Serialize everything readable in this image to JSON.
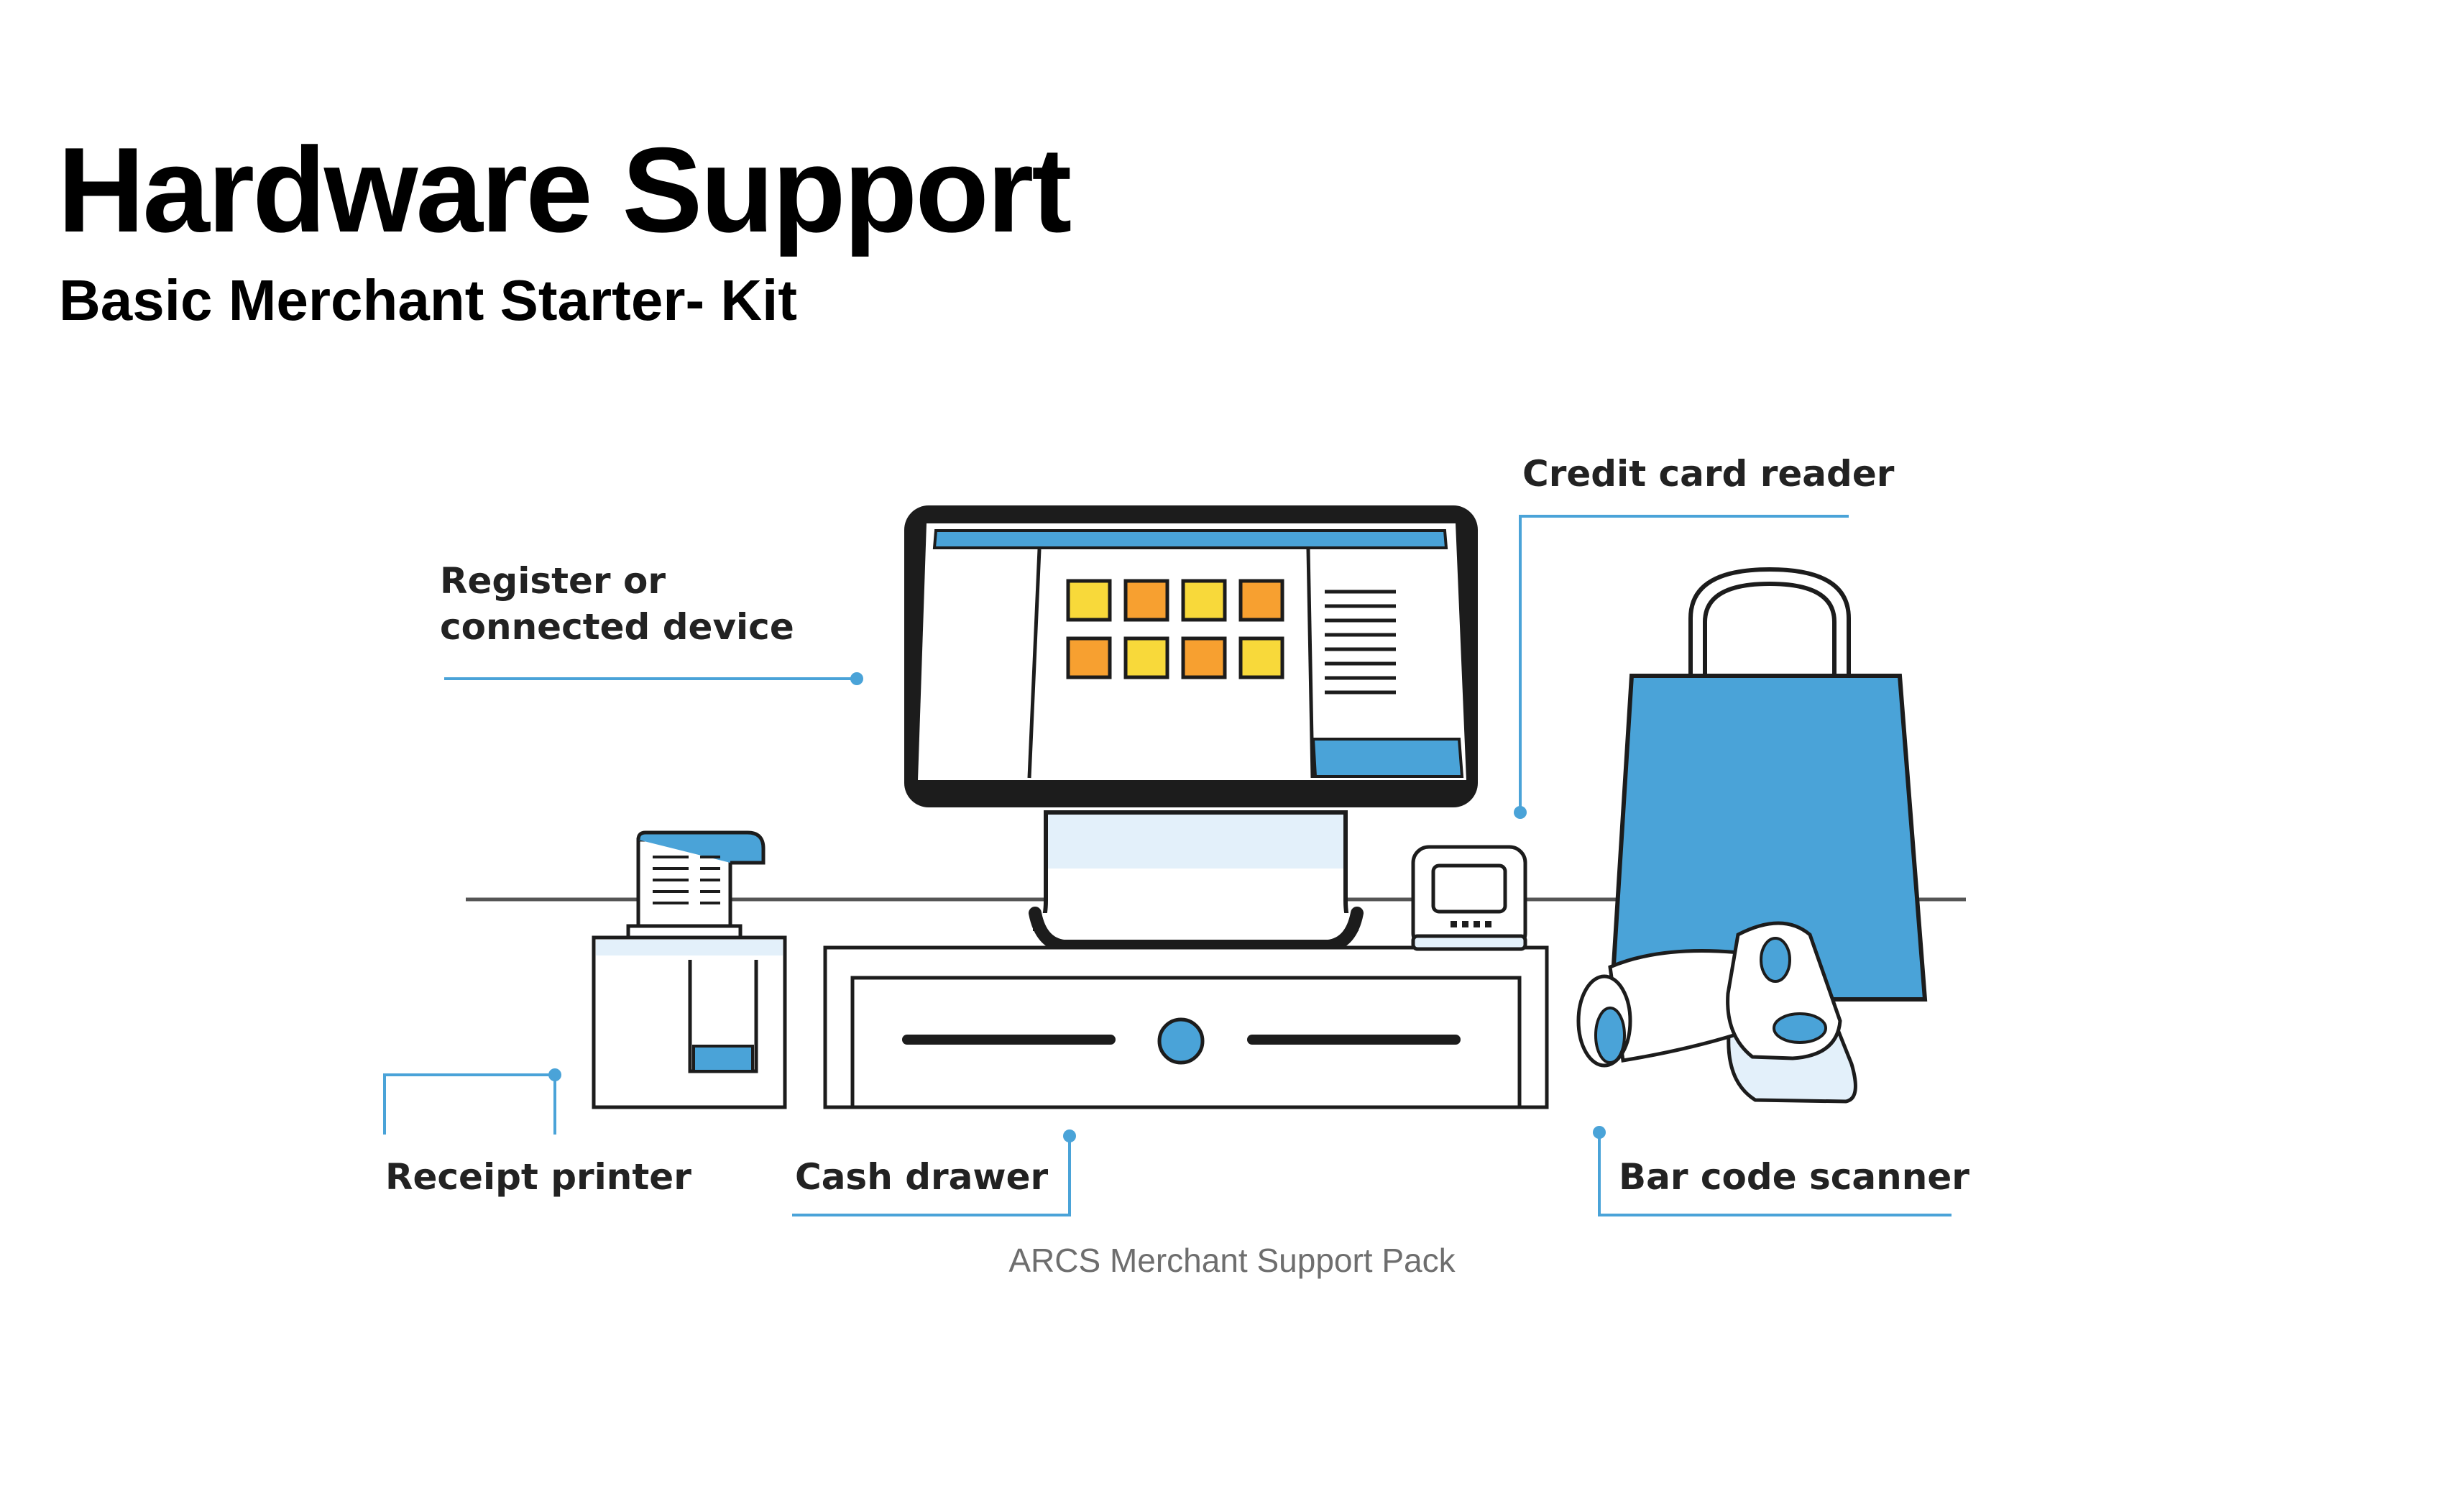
{
  "header": {
    "title": "Hardware Support",
    "subtitle": "Basic Merchant Starter- Kit"
  },
  "labels": {
    "register": [
      "Register or",
      "connected device"
    ],
    "credit_card_reader": "Credit card reader",
    "receipt_printer": "Receipt printer",
    "cash_drawer": "Cash drawer",
    "bar_code_scanner": "Bar code scanner"
  },
  "caption": "ARCS Merchant Support Pack",
  "colors": {
    "accent_blue": "#4aa3d8",
    "light_blue": "#e3f0fa",
    "orange": "#f7a030",
    "yellow": "#f8d93a",
    "outline": "#1c1c1c",
    "callout_line": "#4aa3d8",
    "counter_line": "#555555"
  },
  "icons": [
    "pos-monitor-icon",
    "receipt-printer-icon",
    "cash-drawer-icon",
    "card-reader-icon",
    "shopping-bag-icon",
    "barcode-scanner-icon"
  ]
}
